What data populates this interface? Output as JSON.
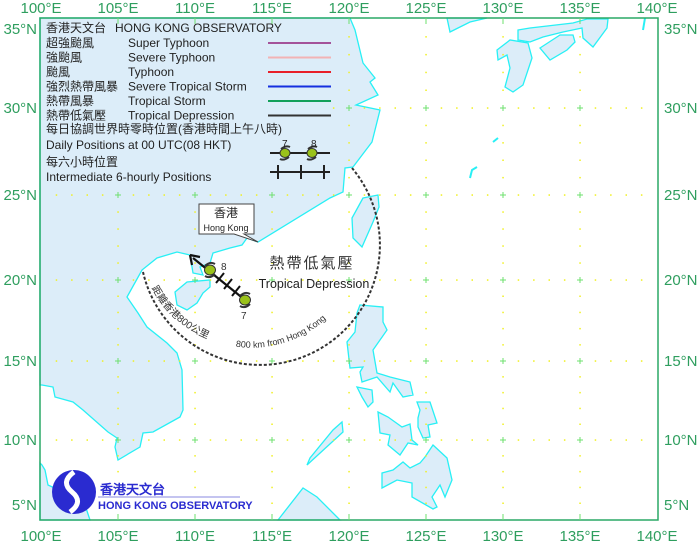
{
  "legend": {
    "title_zh": "香港天文台",
    "title_en": "HONG KONG OBSERVATORY",
    "items": [
      {
        "zh": "超強颱風",
        "en": "Super Typhoon",
        "color": "#a4539a"
      },
      {
        "zh": "強颱風",
        "en": "Severe Typhoon",
        "color": "#f2b3b5"
      },
      {
        "zh": "颱風",
        "en": "Typhoon",
        "color": "#e8202a"
      },
      {
        "zh": "強烈熱帶風暴",
        "en": "Severe Tropical Storm",
        "color": "#1530e0"
      },
      {
        "zh": "熱帶風暴",
        "en": "Tropical Storm",
        "color": "#13a05a"
      },
      {
        "zh": "熱帶低氣壓",
        "en": "Tropical Depression",
        "color": "#333333"
      }
    ],
    "daily_zh": "每日協調世界時零時位置(香港時間上午八時)",
    "daily_en": "Daily Positions at 00 UTC(08 HKT)",
    "daily_sample": [
      "7",
      "8"
    ],
    "sixhourly_zh": "每六小時位置",
    "sixhourly_en": "Intermediate 6-hourly Positions"
  },
  "axes": {
    "lon": [
      "100°E",
      "105°E",
      "110°E",
      "115°E",
      "120°E",
      "125°E",
      "130°E",
      "135°E",
      "140°E"
    ],
    "lat": [
      "35°N",
      "30°N",
      "25°N",
      "20°N",
      "15°N",
      "10°N",
      "5°N"
    ]
  },
  "hk_label": {
    "zh": "香港",
    "en": "Hong Kong"
  },
  "storm": {
    "name_zh": "熱帶低氣壓",
    "name_en": "Tropical Depression",
    "days": [
      "7",
      "8"
    ]
  },
  "range_ring": {
    "zh": "距離香港800公里",
    "en": "800 km from Hong Kong"
  },
  "logo": {
    "zh": "香港天文台",
    "en": "HONG KONG OBSERVATORY"
  },
  "colors": {
    "land": "#dcedf9",
    "coast": "#28f0f5",
    "grid": "#2e9e5e"
  }
}
